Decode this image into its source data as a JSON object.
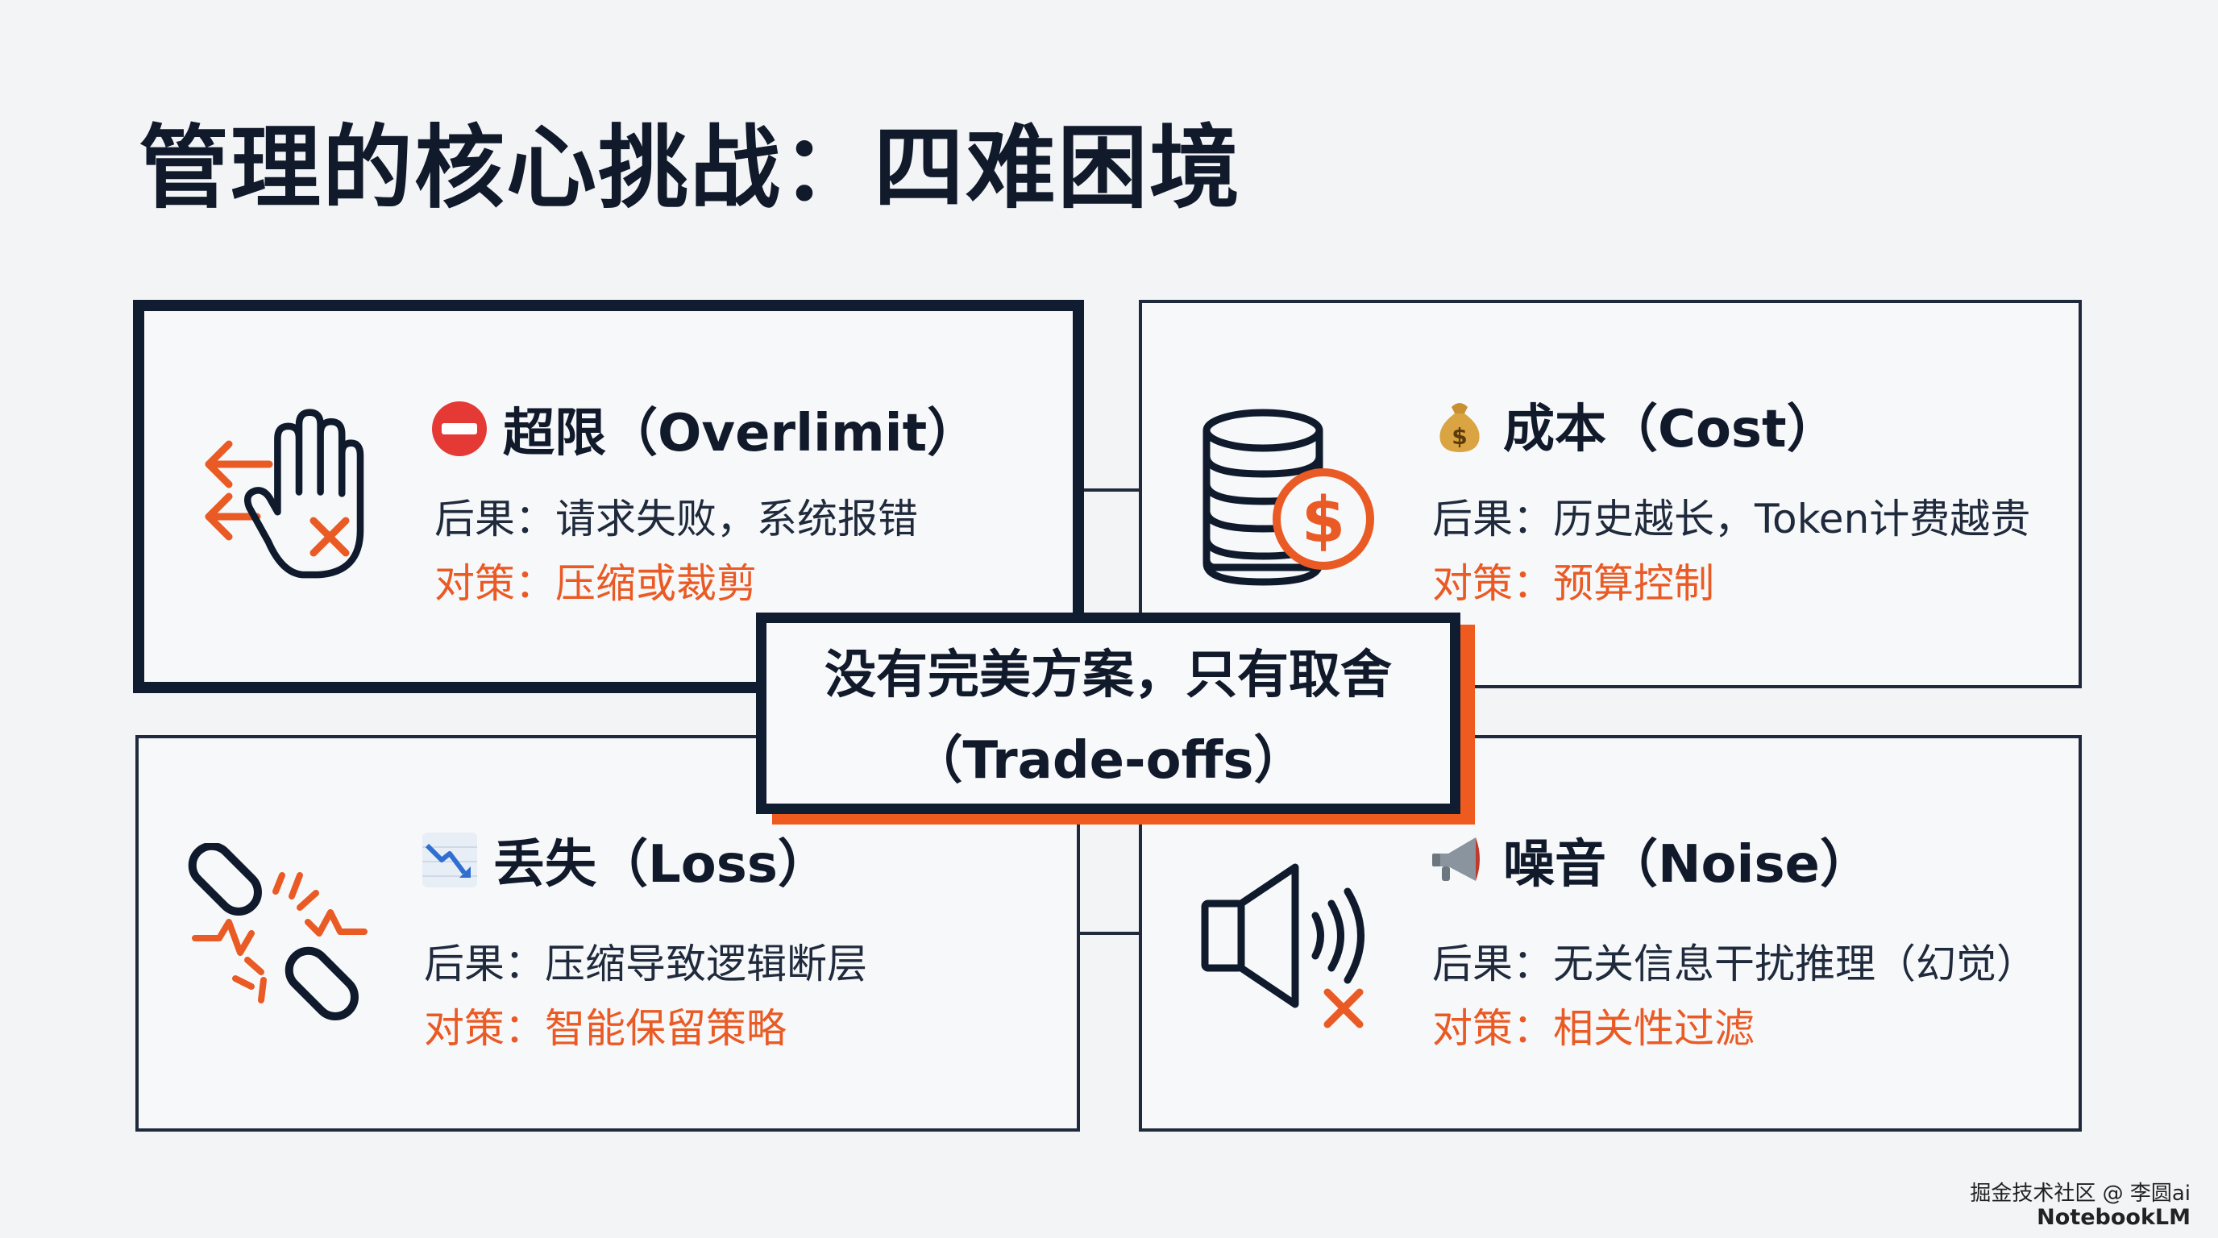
{
  "title": "管理的核心挑战：四难困境",
  "cards": {
    "overlimit": {
      "heading": "超限（Overlimit）",
      "consequence": "后果：请求失败，系统报错",
      "strategy": "对策：压缩或裁剪",
      "icon": "stop-hand-icon",
      "emoji": "no-entry-icon"
    },
    "cost": {
      "heading": "成本（Cost）",
      "consequence": "后果：历史越长，Token计费越贵",
      "strategy": "对策：预算控制",
      "icon": "coins-dollar-icon",
      "emoji": "money-bag-icon"
    },
    "loss": {
      "heading": "丢失（Loss）",
      "consequence": "后果：压缩导致逻辑断层",
      "strategy": "对策：智能保留策略",
      "icon": "broken-chain-icon",
      "emoji": "chart-decreasing-icon"
    },
    "noise": {
      "heading": "噪音（Noise）",
      "consequence": "后果：无关信息干扰推理（幻觉）",
      "strategy": "对策：相关性过滤",
      "icon": "speaker-muted-icon",
      "emoji": "megaphone-icon"
    }
  },
  "center": {
    "line1": "没有完美方案，只有取舍",
    "line2": "（Trade-offs）"
  },
  "watermark": {
    "line1": "掘金技术社区 @ 李圆ai",
    "line2": "NotebookLM"
  },
  "colors": {
    "accent": "#ea5a24",
    "dark": "#101c30",
    "background": "#f3f4f6"
  }
}
